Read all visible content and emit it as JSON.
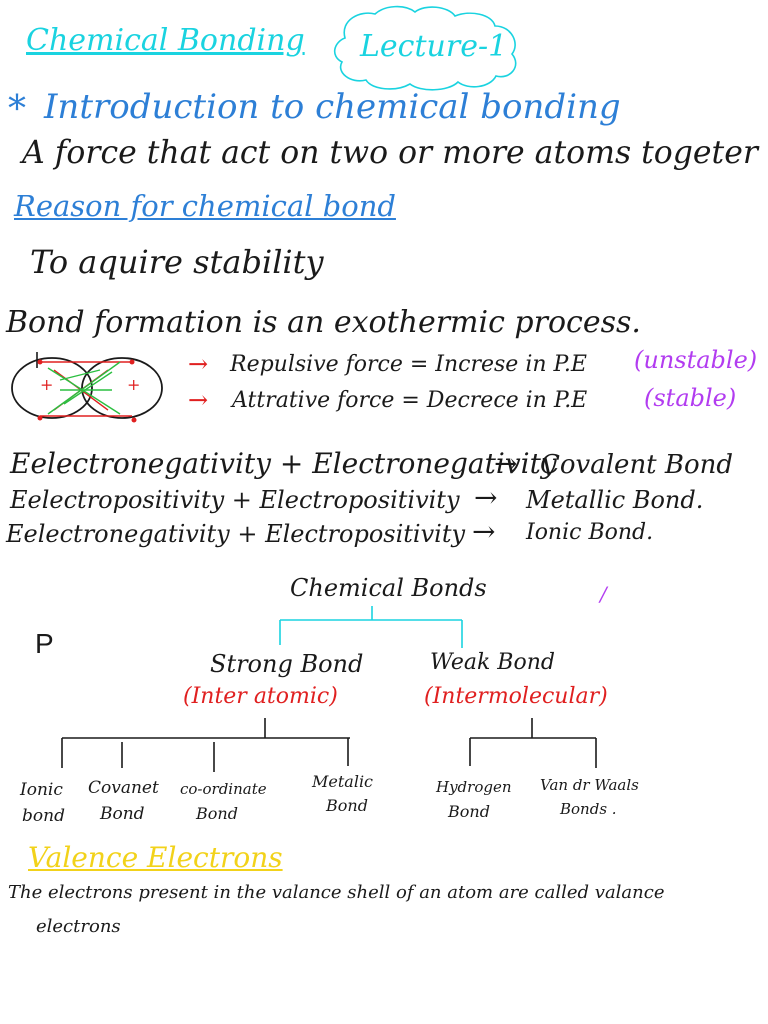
{
  "title": {
    "main": "Chemical Bonding",
    "lecture": "Lecture-1"
  },
  "intro": {
    "star": "*",
    "heading": "Introduction to chemical bonding",
    "definition": "A force that act on two or more atoms togeter"
  },
  "reason": {
    "heading": "Reason for chemical bond",
    "text": "To aquire stability"
  },
  "bond_formation": {
    "text": "Bond formation is an exothermic process.",
    "repulsive": {
      "arrow": "→",
      "label": "Repulsive force = Increse in P.E",
      "status": "(unstable)"
    },
    "attractive": {
      "arrow": "→",
      "label": "Attrative force = Decrece in P.E",
      "status": "(stable)"
    },
    "plus": "+"
  },
  "rules": [
    {
      "left": "Eelectronegativity + Electronegativity",
      "arrow": "→",
      "result": "Covalent Bond"
    },
    {
      "left": "Eelectropositivity + Electropositivity",
      "arrow": "→",
      "result": "Metallic Bond."
    },
    {
      "left": "Eelectronegativity + Electropositivity",
      "arrow": "→",
      "result": "Ionic Bond."
    }
  ],
  "tree": {
    "root": "Chemical Bonds",
    "stray_mark": "/",
    "letter": "P",
    "strong": {
      "label": "Strong Bond",
      "sub": "(Inter atomic)"
    },
    "weak": {
      "label": "Weak Bond",
      "sub": "(Intermolecular)"
    },
    "strong_children": [
      {
        "line1": "Ionic",
        "line2": "bond"
      },
      {
        "line1": "Covanet",
        "line2": "Bond"
      },
      {
        "line1": "co-ordinate",
        "line2": "Bond"
      },
      {
        "line1": "Metalic",
        "line2": "Bond"
      }
    ],
    "weak_children": [
      {
        "line1": "Hydrogen",
        "line2": "Bond"
      },
      {
        "line1": "Van dr Waals",
        "line2": "Bonds ."
      }
    ]
  },
  "valence": {
    "heading": "Valence Electrons",
    "line1": "The electrons present in the valance shell of an atom are called valance",
    "line2": "electrons"
  }
}
